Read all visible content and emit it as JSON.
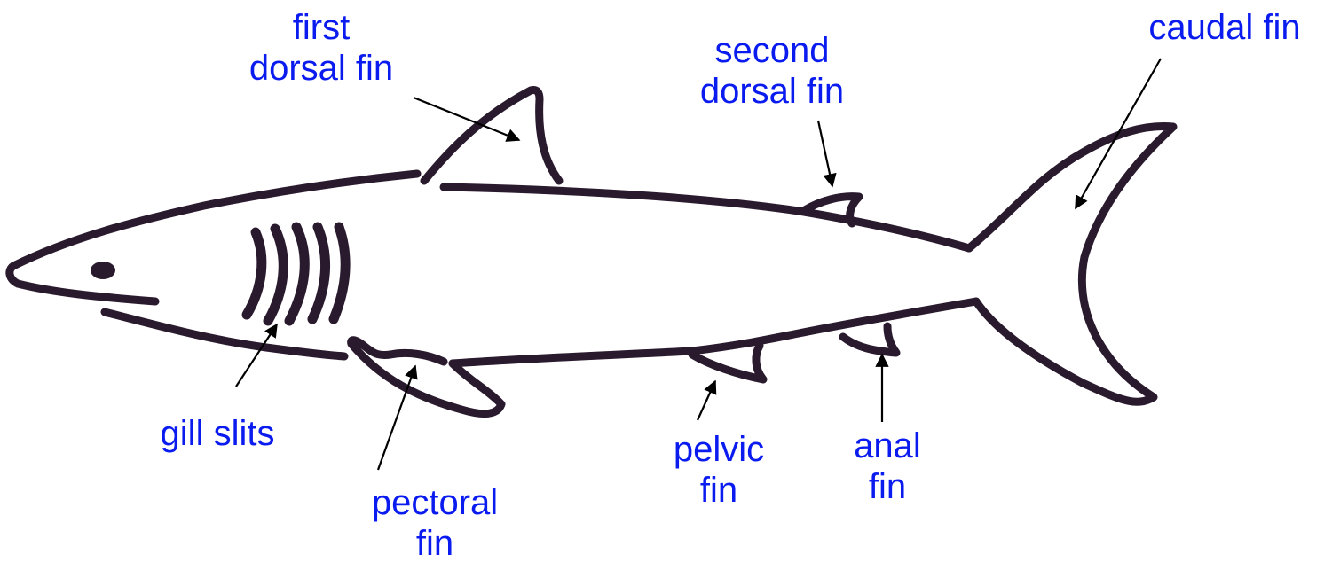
{
  "labels": {
    "first_dorsal_fin": [
      "first",
      "dorsal fin"
    ],
    "second_dorsal_fin": [
      "second",
      "dorsal fin"
    ],
    "caudal_fin": [
      "caudal fin"
    ],
    "gill_slits": [
      "gill slits"
    ],
    "pectoral_fin": [
      "pectoral",
      "fin"
    ],
    "pelvic_fin": [
      "pelvic",
      "fin"
    ],
    "anal_fin": [
      "anal",
      "fin"
    ]
  },
  "colors": {
    "label_text": "#0a1bf0",
    "outline": "#2a1a2e",
    "leader_line": "#000000"
  }
}
